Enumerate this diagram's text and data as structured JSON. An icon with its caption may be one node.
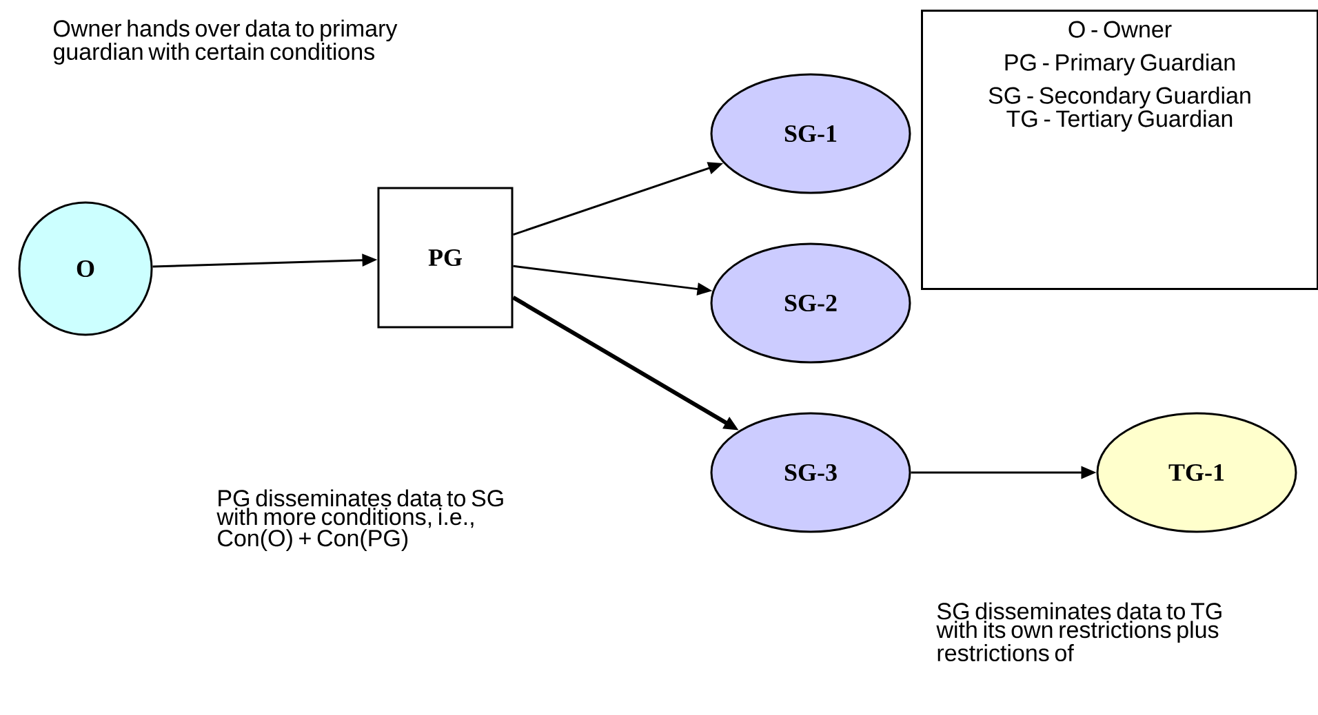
{
  "diagram": {
    "nodes": [
      {
        "text": [
          "O"
        ]
      },
      {
        "text": [
          "PG"
        ]
      },
      {
        "text": [
          "SG-1"
        ]
      },
      {
        "text": [
          "SG-2"
        ]
      },
      {
        "text": [
          "SG-3"
        ]
      },
      {
        "text": [
          "TG-1"
        ]
      },
      {
        "text": [
          "O - Owner",
          "PG - Primary Guardian",
          "SG - Secondary Guardian",
          "TG - Tertiary Guardian"
        ]
      }
    ],
    "edges": [
      {
        "from": 0,
        "to": 1,
        "arrow": "to"
      },
      {
        "from": 1,
        "to": 2,
        "arrow": "to"
      },
      {
        "from": 1,
        "to": 3,
        "arrow": "to"
      },
      {
        "from": 1,
        "to": 4,
        "arrow": "to",
        "style": "thick"
      },
      {
        "from": 4,
        "to": 5,
        "arrow": "to"
      }
    ],
    "labels": [
      "Owner hands over data to primary guardian with certain conditions",
      "PG disseminates data to SG with more conditions, i.e., Con(O) + Con(PG)",
      "SG disseminates data to TG with its own restrictions plus restrictions of"
    ]
  }
}
